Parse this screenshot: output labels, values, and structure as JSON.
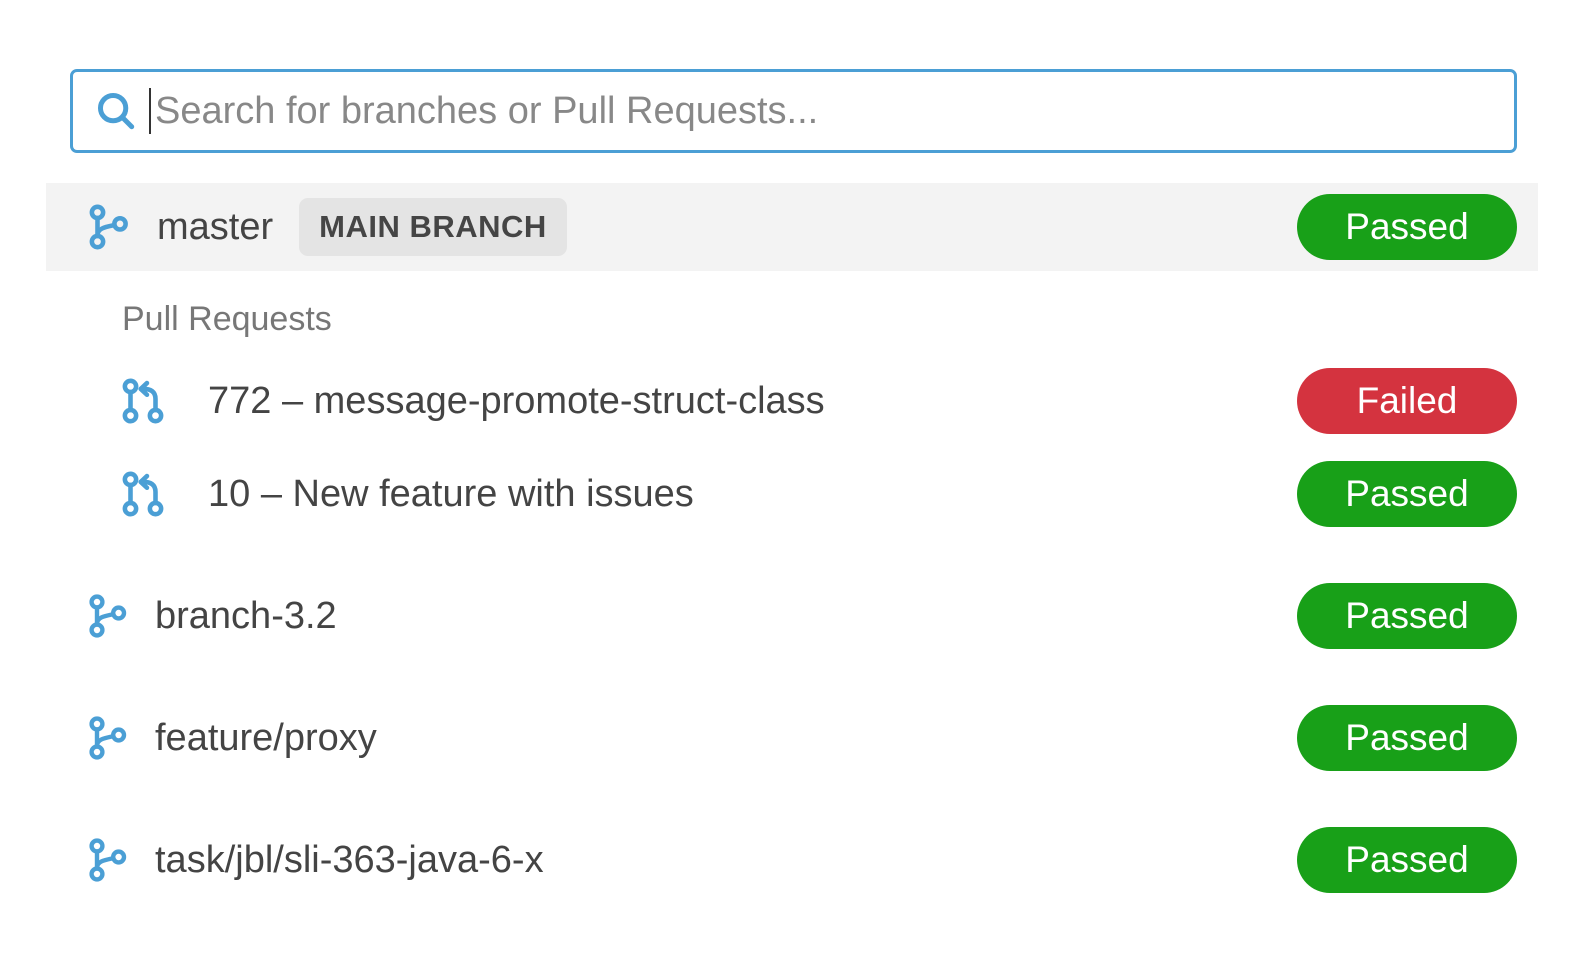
{
  "search": {
    "placeholder": "Search for branches or Pull Requests..."
  },
  "main_branch_row": {
    "name": "master",
    "tag": "MAIN BRANCH",
    "status": "Passed"
  },
  "pull_requests_section": {
    "label": "Pull Requests"
  },
  "pull_requests": [
    {
      "title": "772 – message-promote-struct-class",
      "status": "Failed"
    },
    {
      "title": "10 – New feature with issues",
      "status": "Passed"
    }
  ],
  "branches": [
    {
      "name": "branch-3.2",
      "status": "Passed"
    },
    {
      "name": "feature/proxy",
      "status": "Passed"
    },
    {
      "name": "task/jbl/sli-363-java-6-x",
      "status": "Passed"
    }
  ],
  "colors": {
    "accent_blue": "#4b9fd5",
    "passed_green": "#18a018",
    "failed_red": "#d4333f",
    "selected_row_bg": "#f3f3f3"
  }
}
